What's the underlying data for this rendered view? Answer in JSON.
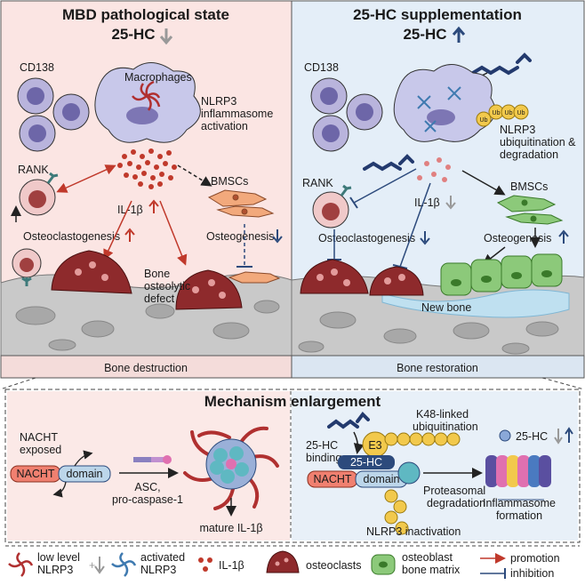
{
  "left_panel": {
    "title": "MBD pathological state",
    "hc_label": "25-HC",
    "cd138": "CD138",
    "macrophages": "Macrophages",
    "nlrp3_line1": "NLRP3",
    "nlrp3_line2": "inflammasome",
    "nlrp3_line3": "activation",
    "rank": "RANK",
    "il1b": "IL-1β",
    "bmscs": "BMSCs",
    "osteoclastogenesis": "Osteoclastogenesis",
    "osteogenesis": "Osteogenesis",
    "defect_line1": "Bone",
    "defect_line2": "osteolytic",
    "defect_line3": "defect",
    "footer": "Bone destruction"
  },
  "right_panel": {
    "title": "25-HC supplementation",
    "hc_label": "25-HC",
    "cd138": "CD138",
    "nlrp3_line1": "NLRP3",
    "nlrp3_line2": "ubiquitination &",
    "nlrp3_line3": "degradation",
    "ub": "Ub",
    "rank": "RANK",
    "il1b": "IL-1β",
    "bmscs": "BMSCs",
    "osteoclastogenesis": "Osteoclastogenesis",
    "osteogenesis": "Osteogenesis",
    "new_bone": "New bone",
    "footer": "Bone restoration"
  },
  "mechanism": {
    "title": "Mechanism enlargement",
    "nacht_exposed_line1": "NACHT",
    "nacht_exposed_line2": "exposed",
    "nacht": "NACHT",
    "domain": "domain",
    "asc_line1": "ASC,",
    "asc_line2": "pro-caspase-1",
    "mature_il1b": "mature IL-1β",
    "binding_line1": "25-HC",
    "binding_line2": "binding",
    "e3": "E3",
    "hc_box": "25-HC",
    "k48_line1": "K48-linked",
    "k48_line2": "ubiquitination",
    "hc_trend": "25-HC",
    "proteasomal_line1": "Proteasomal",
    "proteasomal_line2": "degradation",
    "inflammasome_line1": "Inflammasome",
    "inflammasome_line2": "formation",
    "inactivation": "NLRP3 inactivation"
  },
  "legend": {
    "low_line1": "low level",
    "low_line2": "NLRP3",
    "activated_line1": "activated",
    "activated_line2": "NLRP3",
    "il1b": "IL-1β",
    "osteoclasts": "osteoclasts",
    "osteoblast_line1": "osteoblast",
    "osteoblast_line2": "bone matrix",
    "promotion": "promotion",
    "inhibition": "inhibition"
  },
  "colors": {
    "left_bg": "#fbe5e3",
    "right_bg": "#e4eef8",
    "promotion": "#c0392b",
    "inhibition": "#2c4a7c",
    "osteoclast": "#8e2a2c",
    "cd138_cell": "#8b85c1",
    "bmsc_left": "#f2a97c",
    "bmsc_right": "#8cc97a",
    "new_bone": "#bfe0f0",
    "ubiquitin": "#f2c94c"
  }
}
